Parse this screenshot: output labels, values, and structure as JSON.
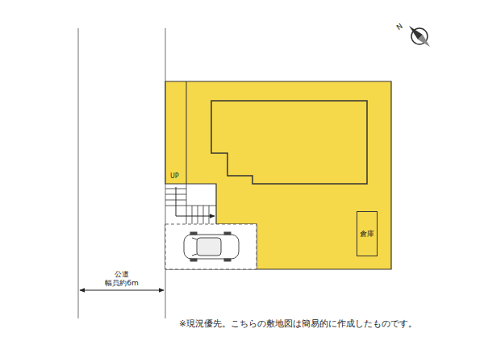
{
  "diagram": {
    "nodes": [
      {
        "text": [
          "倉庫"
        ]
      }
    ],
    "labels": [
      "UP",
      "公道",
      "幅員約6m",
      "N",
      "※現況優先。こちらの敷地図は簡易的に作成したものです。"
    ]
  }
}
